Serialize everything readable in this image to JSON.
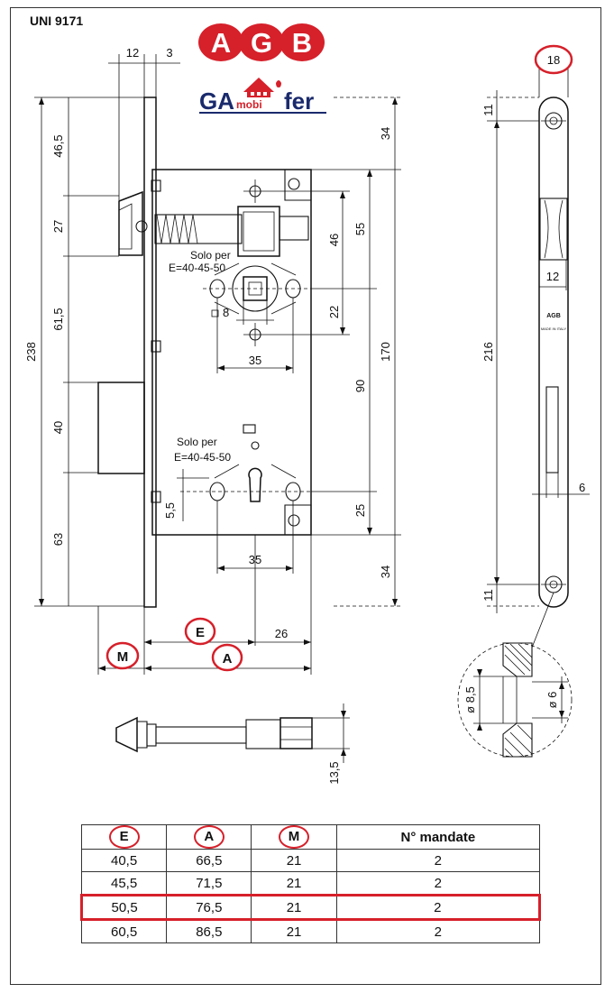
{
  "standard": "UNI 9171",
  "brand": {
    "agb_letters": [
      "A",
      "G",
      "B"
    ],
    "gamobifer_parts": [
      "GA",
      "mobi",
      "fer"
    ],
    "red": "#d6202a",
    "navy": "#1a2a6c"
  },
  "faceplate_labels": {
    "brand": "AGB",
    "made_in": "MADE IN ITALY"
  },
  "dimensions": {
    "top_12": "12",
    "top_3": "3",
    "d_46_5": "46,5",
    "d_27": "27",
    "d_61_5": "61,5",
    "d_40": "40",
    "d_63": "63",
    "d_238": "238",
    "d_34_top": "34",
    "d_55": "55",
    "d_46": "46",
    "d_22": "22",
    "d_170": "170",
    "d_90": "90",
    "d_25": "25",
    "d_34_bottom": "34",
    "d_8": "8",
    "d_35_upper": "35",
    "d_35_lower": "35",
    "d_5_5": "5,5",
    "d_26": "26",
    "d_13_5": "13,5",
    "strike_18": "18",
    "strike_11_top": "11",
    "strike_11_bottom": "11",
    "strike_216": "216",
    "strike_12": "12",
    "strike_6": "6",
    "detail_8_5": "ø 8,5",
    "detail_6": "ø 6"
  },
  "notes": {
    "solo_per_1": "Solo per",
    "e_values_1": "E=40-45-50",
    "solo_per_2": "Solo per",
    "e_values_2": "E=40-45-50"
  },
  "markers": {
    "E": "E",
    "A": "A",
    "M": "M"
  },
  "table": {
    "headers": [
      "E",
      "A",
      "M",
      "N° mandate"
    ],
    "rows": [
      [
        "40,5",
        "66,5",
        "21",
        "2"
      ],
      [
        "45,5",
        "71,5",
        "21",
        "2"
      ],
      [
        "50,5",
        "76,5",
        "21",
        "2"
      ],
      [
        "60,5",
        "86,5",
        "21",
        "2"
      ]
    ],
    "highlighted_row": 2
  }
}
